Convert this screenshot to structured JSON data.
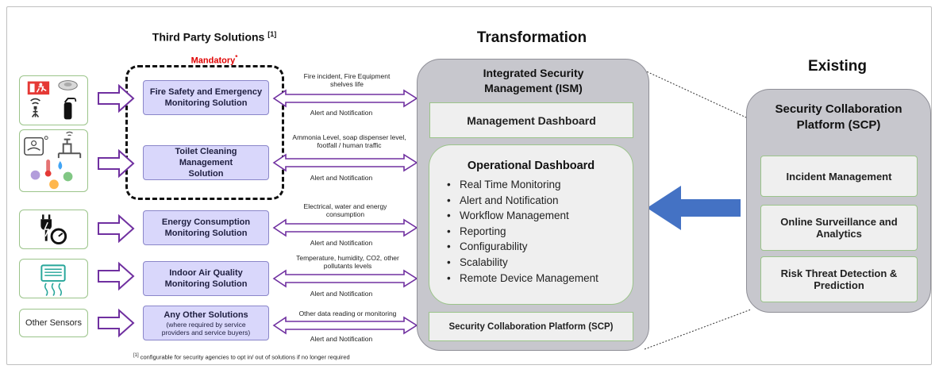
{
  "headers": {
    "third_party": "Third Party Solutions",
    "third_party_sup": "[1]",
    "mandatory": "Mandatory",
    "mandatory_sup": "*",
    "transformation": "Transformation",
    "existing": "Existing"
  },
  "sensors": {
    "other_sensors": "Other Sensors"
  },
  "solutions": [
    {
      "title": "Fire Safety and Emergency Monitoring Solution"
    },
    {
      "title": "Toilet Cleaning Management Solution"
    },
    {
      "title": "Energy Consumption Monitoring Solution"
    },
    {
      "title": "Indoor Air Quality Monitoring Solution"
    },
    {
      "title": "Any Other Solutions",
      "sub": "(where required by service providers and service buyers)"
    }
  ],
  "flows": [
    {
      "in": "Fire incident, Fire Equipment shelves life",
      "out": "Alert and Notification"
    },
    {
      "in": "Ammonia Level, soap dispenser level, footfall / human traffic",
      "out": "Alert and Notification"
    },
    {
      "in": "Electrical, water and energy consumption",
      "out": "Alert and Notification"
    },
    {
      "in": "Temperature, humidity, CO2, other pollutants levels",
      "out": "Alert and Notification"
    },
    {
      "in": "Other data reading or monitoring",
      "out": "Alert and Notification"
    }
  ],
  "ism": {
    "title": "Integrated Security Management (ISM)",
    "management_dashboard": "Management Dashboard",
    "operational_dashboard": "Operational Dashboard",
    "features": [
      "Real Time Monitoring",
      "Alert and Notification",
      "Workflow Management",
      "Reporting",
      "Configurability",
      "Scalability",
      "Remote Device Management"
    ],
    "scp_box": "Security Collaboration Platform (SCP)"
  },
  "scp": {
    "title": "Security Collaboration Platform (SCP)",
    "items": [
      "Incident Management",
      "Online Surveillance and Analytics",
      "Risk Threat Detection & Prediction"
    ]
  },
  "footnote": {
    "marker": "[1]",
    "text": "configurable for security agencies to opt in/ out of solutions if no longer required"
  },
  "colors": {
    "solution_fill": "#d9d7fb",
    "arrow_purple": "#7030a0",
    "ism_fill": "#c7c7cd",
    "big_arrow_blue": "#4472c4",
    "mandatory_red": "#e00000",
    "sensor_border": "#9bc48a"
  },
  "icons": [
    "fire-exit-icon",
    "smoke-detector-icon",
    "fire-extinguisher-icon",
    "sprinkler-icon",
    "handwash-icon",
    "faucet-icon",
    "thermometer-icon",
    "droplet-icon",
    "plug-gauge-icon",
    "air-conditioner-icon"
  ]
}
